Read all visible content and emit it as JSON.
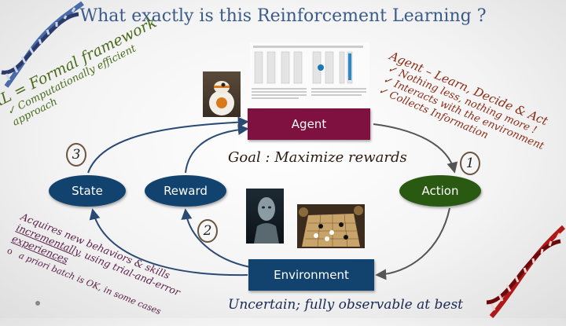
{
  "title": "What exactly is this Reinforcement Learning ?",
  "nodes": {
    "agent": "Agent",
    "state": "State",
    "reward": "Reward",
    "action": "Action",
    "environment": "Environment"
  },
  "goal": "Goal : Maximize rewards",
  "environment_note": "Uncertain; fully observable at best",
  "steps": {
    "one": "1",
    "two": "2",
    "three": "3"
  },
  "left_note": {
    "heading": "RL = Formal framework",
    "bullet": "Computationally efficient approach"
  },
  "right_note": {
    "heading": "Agent – Learn, Decide & Act",
    "bullets": [
      "Nothing less, nothing more !",
      "Interacts with the environment",
      "Collects Information"
    ]
  },
  "bottom_note": {
    "line1": "Acquires new behaviors & skills",
    "line2_underlined": "incrementally",
    "line2_rest": ", using trial-and-error",
    "line3": "experiences",
    "sub": "a priori batch is OK, in some cases"
  },
  "icons": {
    "check": "✓",
    "circle_bullet": "o"
  },
  "colors": {
    "title": "#3a5a8a",
    "agent": "#7e1140",
    "state": "#12426e",
    "reward": "#12426e",
    "environment": "#12426e",
    "action": "#2a5a12",
    "left_note": "#4a6a1a",
    "right_note": "#8a2a14",
    "bottom_note": "#5a2048"
  }
}
